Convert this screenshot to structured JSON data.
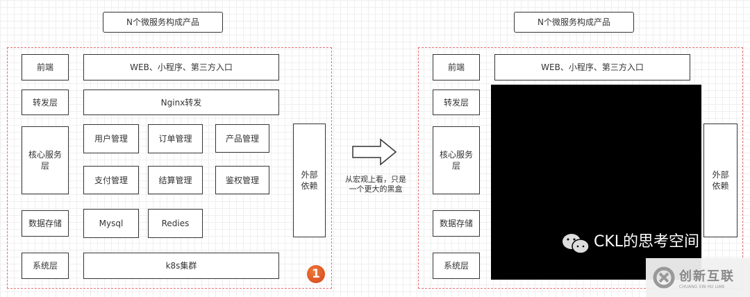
{
  "left": {
    "title": "N个微服务构成产品",
    "layers": {
      "frontend": "前端",
      "forward": "转发层",
      "core": "核心服务层",
      "storage": "数据存储",
      "system": "系统层"
    },
    "frontend_box": "WEB、小程序、第三方入口",
    "forward_box": "Nginx转发",
    "services": [
      "用户管理",
      "订单管理",
      "产品管理",
      "支付管理",
      "结算管理",
      "鉴权管理"
    ],
    "storage": [
      "Mysql",
      "Redies"
    ],
    "system_box": "k8s集群",
    "external": "外部依赖",
    "badge": "1"
  },
  "arrow_note": "从宏观上看，只是一个更大的黑盒",
  "right": {
    "title": "N个微服务构成产品",
    "layers": {
      "frontend": "前端",
      "forward": "转发层",
      "core": "核心服务层",
      "storage": "数据存储",
      "system": "系统层"
    },
    "frontend_box": "WEB、小程序、第三方入口",
    "external": "外部依赖"
  },
  "watermark": "CKL的思考空间",
  "logo": {
    "name": "创新互联",
    "sub": "CHUANG XIN HU LIAN"
  }
}
